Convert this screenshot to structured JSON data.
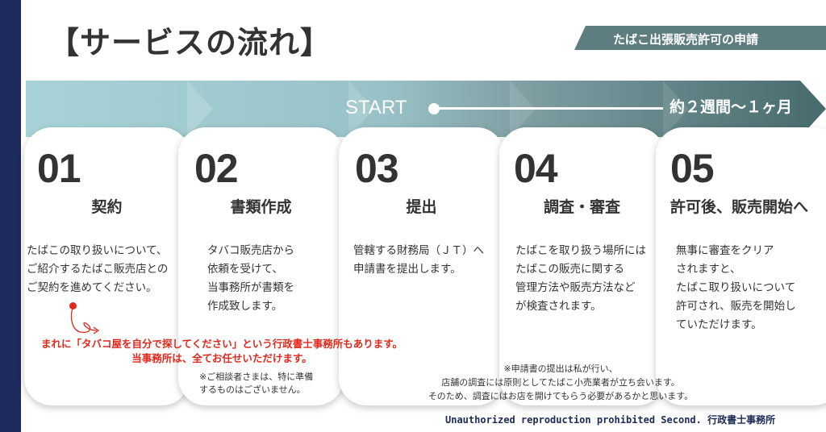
{
  "page": {
    "title": "【サービスの流れ】",
    "tag": "たばこ出張販売許可の申請"
  },
  "flow": {
    "start_label": "START",
    "duration_label": "約２週間〜１ヶ月"
  },
  "steps": [
    {
      "number": "01",
      "title": "契約",
      "description": "たばこの取り扱いについて、\nご紹介するたばこ販売店との\nご契約を進めてください。",
      "note": ""
    },
    {
      "number": "02",
      "title": "書類作成",
      "description": "タバコ販売店から\n依頼を受けて、\n当事務所が書類を\n作成致します。",
      "note": "※ご相談者さまは、特に準備\nするものはございません。"
    },
    {
      "number": "03",
      "title": "提出",
      "description": "管轄する財務局（ＪＴ）へ\n申請書を提出します。",
      "note": ""
    },
    {
      "number": "04",
      "title": "調査・審査",
      "description": "たばこを取り扱う場所には\nたばこの販売に関する\n管理方法や販売方法など\nが検査されます。",
      "note": ""
    },
    {
      "number": "05",
      "title": "許可後、販売開始へ",
      "description": "無事に審査をクリア\nされますと、\nたばこ取り扱いについて\n許可され、販売を開始し\nていただけます。",
      "note": ""
    }
  ],
  "notices": {
    "red": "まれに「タバコ屋を自分で探してください」という行政書士事務所もあります。\n当事務所は、全てお任せいただけます。",
    "center": "※申請書の提出は私が行い、\n店舗の調査には原則としてたばこ小売業者が立ち会います。\nそのため、調査にはお店を開けてもらう必要があるかと思います。"
  },
  "watermark": "Unauthorized reproduction prohibited Second. 行政書士事務所",
  "colors": {
    "left_bar": "#1d2a5c",
    "tag_bg": "#5e7d80",
    "band_light": "#9fcfd5",
    "band_dark": "#4d6d70",
    "red": "#e0281c"
  }
}
